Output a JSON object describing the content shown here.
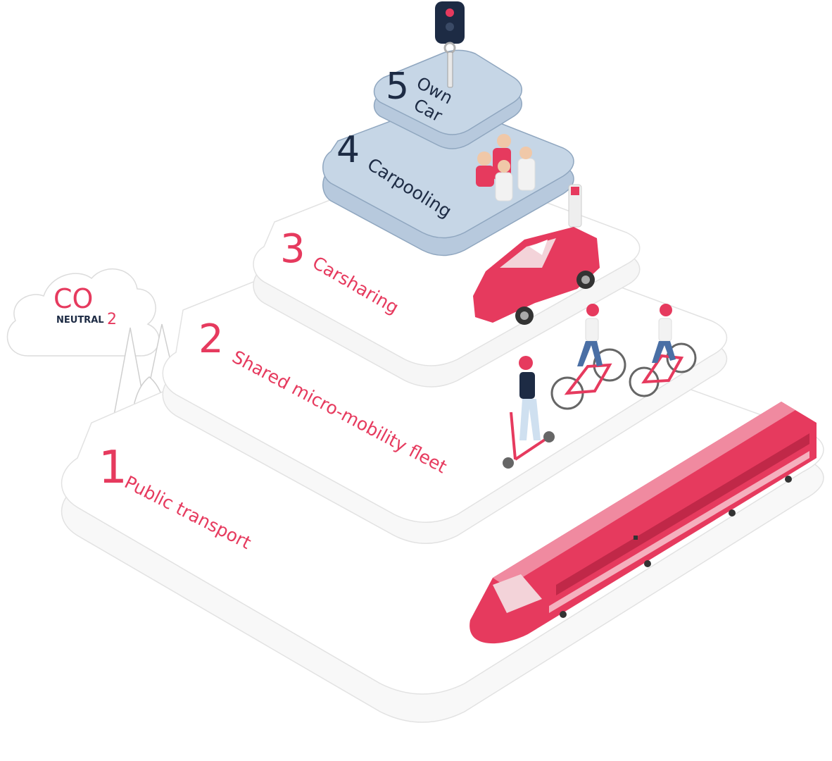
{
  "colors": {
    "accent": "#e63a5e",
    "dark_navy": "#1d2b44",
    "blue_tier": "#c6d6e6",
    "white_tier": "#ffffff",
    "outline": "#dcdcdc"
  },
  "co2_badge": {
    "co": "CO",
    "sub": "2",
    "neutral": "NEUTRAL"
  },
  "levels": [
    {
      "number": "1",
      "label": "Public transport",
      "icon": "train-icon"
    },
    {
      "number": "2",
      "label": "Shared micro-mobility fleet",
      "icon": "bike-scooter-icon"
    },
    {
      "number": "3",
      "label": "Carsharing",
      "icon": "electric-car-icon"
    },
    {
      "number": "4",
      "label": "Carpooling",
      "icon": "people-group-icon"
    },
    {
      "number": "5",
      "label_line1": "Own",
      "label_line2": "Car",
      "icon": "car-key-icon"
    }
  ]
}
